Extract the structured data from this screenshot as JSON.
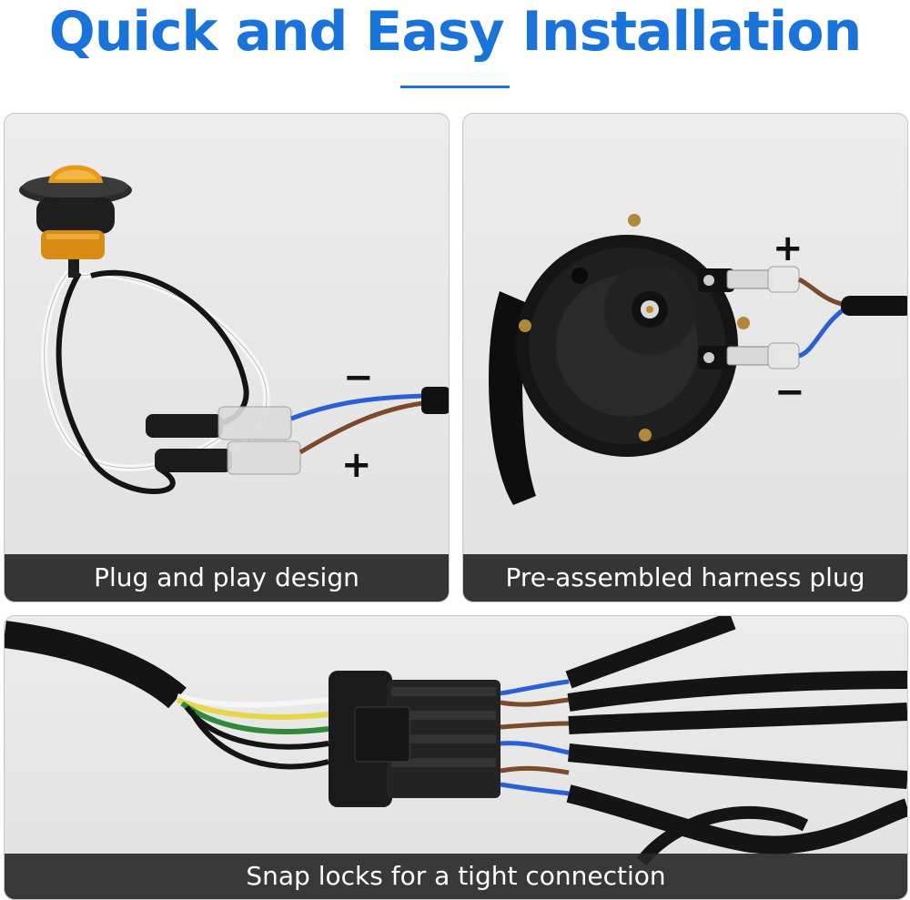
{
  "header": {
    "title": "Quick and Easy Installation"
  },
  "panels": [
    {
      "caption": "Plug and play design",
      "minus_sign": "−",
      "plus_sign": "+"
    },
    {
      "caption": "Pre-assembled harness plug",
      "plus_sign": "+",
      "minus_sign": "−"
    },
    {
      "caption": "Snap locks for a tight connection"
    }
  ],
  "colors": {
    "title_blue": "#1a73d9",
    "caption_bar": "#262626",
    "wire_blue": "#2a5fd6",
    "wire_brown": "#7a4a2a",
    "amber_lens": "#e89a1a"
  },
  "icons": {
    "light": "amber-marker-light-icon",
    "horn": "horn-icon",
    "connector": "waterproof-connector-icon"
  }
}
